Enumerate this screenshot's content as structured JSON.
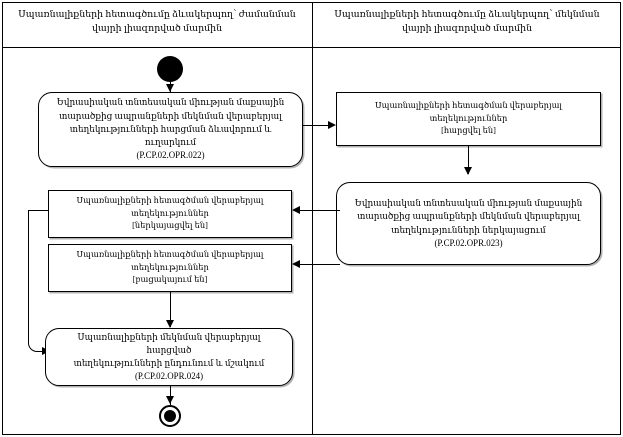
{
  "diagram": {
    "type": "uml-activity-diagram",
    "title_present": false,
    "colors": {
      "stroke": "#000000",
      "fill": "#ffffff",
      "background": "#ffffff"
    }
  },
  "lanes": [
    {
      "id": "arrival-lane",
      "title": "Սպառնալիքների հետագծումը ձևակերպող՝ ժամանման վայրի լիազորված մարմին"
    },
    {
      "id": "departure-lane",
      "title": "Սպառնալիքների հետագծումը ձևակերպող՝ մեկնման վայրի լիազորված մարմին"
    }
  ],
  "nodes": {
    "start": {
      "label": "start-node",
      "kind": "initial"
    },
    "end": {
      "label": "end-node",
      "kind": "final"
    },
    "activity_022": {
      "kind": "activity",
      "lane": "arrival-lane",
      "line1": "Եվրասիական տնտեսական միության մաքսային",
      "line2": "տարածքից ապրանքների մեկնման վերաբերյալ",
      "line3": "տեղեկությունների հարցման ձևավորում և",
      "line4": "ուղարկում",
      "code": "(P.CP.02.OPR.022)"
    },
    "state_requested": {
      "kind": "object-state",
      "lane": "departure-lane",
      "line1": "Սպառնալիքների հետագծման վերաբերյալ",
      "line2": "տեղեկություններ",
      "state": "[հարցվել են]"
    },
    "activity_023": {
      "kind": "activity",
      "lane": "departure-lane",
      "line1": "Եվրասիական տնտեսական միության մաքսային",
      "line2": "տարածքից ապրանքների մեկնման վերաբերյալ",
      "line3": "տեղեկությունների ներկայացում",
      "code": "(P.CP.02.OPR.023)"
    },
    "state_provided": {
      "kind": "object-state",
      "lane": "arrival-lane",
      "line1": "Սպառնալիքների հետագծման վերաբերյալ",
      "line2": "տեղեկություններ",
      "state": "[ներկայացվել են]"
    },
    "state_absent": {
      "kind": "object-state",
      "lane": "arrival-lane",
      "line1": "Սպառնալիքների հետագծման վերաբերյալ",
      "line2": "տեղեկություններ",
      "state": "[բացակայում են]"
    },
    "activity_024": {
      "kind": "activity",
      "lane": "arrival-lane",
      "line1": "Սպառնալիքների մեկնման վերաբերյալ հարցված",
      "line2": "տեղեկությունների ընդունում և մշակում",
      "code": "(P.CP.02.OPR.024)"
    }
  },
  "edges": [
    {
      "from": "start",
      "to": "activity_022",
      "direction": "down"
    },
    {
      "from": "activity_022",
      "to": "state_requested",
      "direction": "right"
    },
    {
      "from": "state_requested",
      "to": "activity_023",
      "direction": "down"
    },
    {
      "from": "activity_023",
      "to": "state_provided",
      "direction": "left"
    },
    {
      "from": "activity_023",
      "to": "state_absent",
      "direction": "left"
    },
    {
      "from": "state_provided",
      "to": "activity_024",
      "direction": "left-down"
    },
    {
      "from": "state_absent",
      "to": "activity_024",
      "direction": "down"
    },
    {
      "from": "activity_024",
      "to": "end",
      "direction": "down"
    }
  ]
}
